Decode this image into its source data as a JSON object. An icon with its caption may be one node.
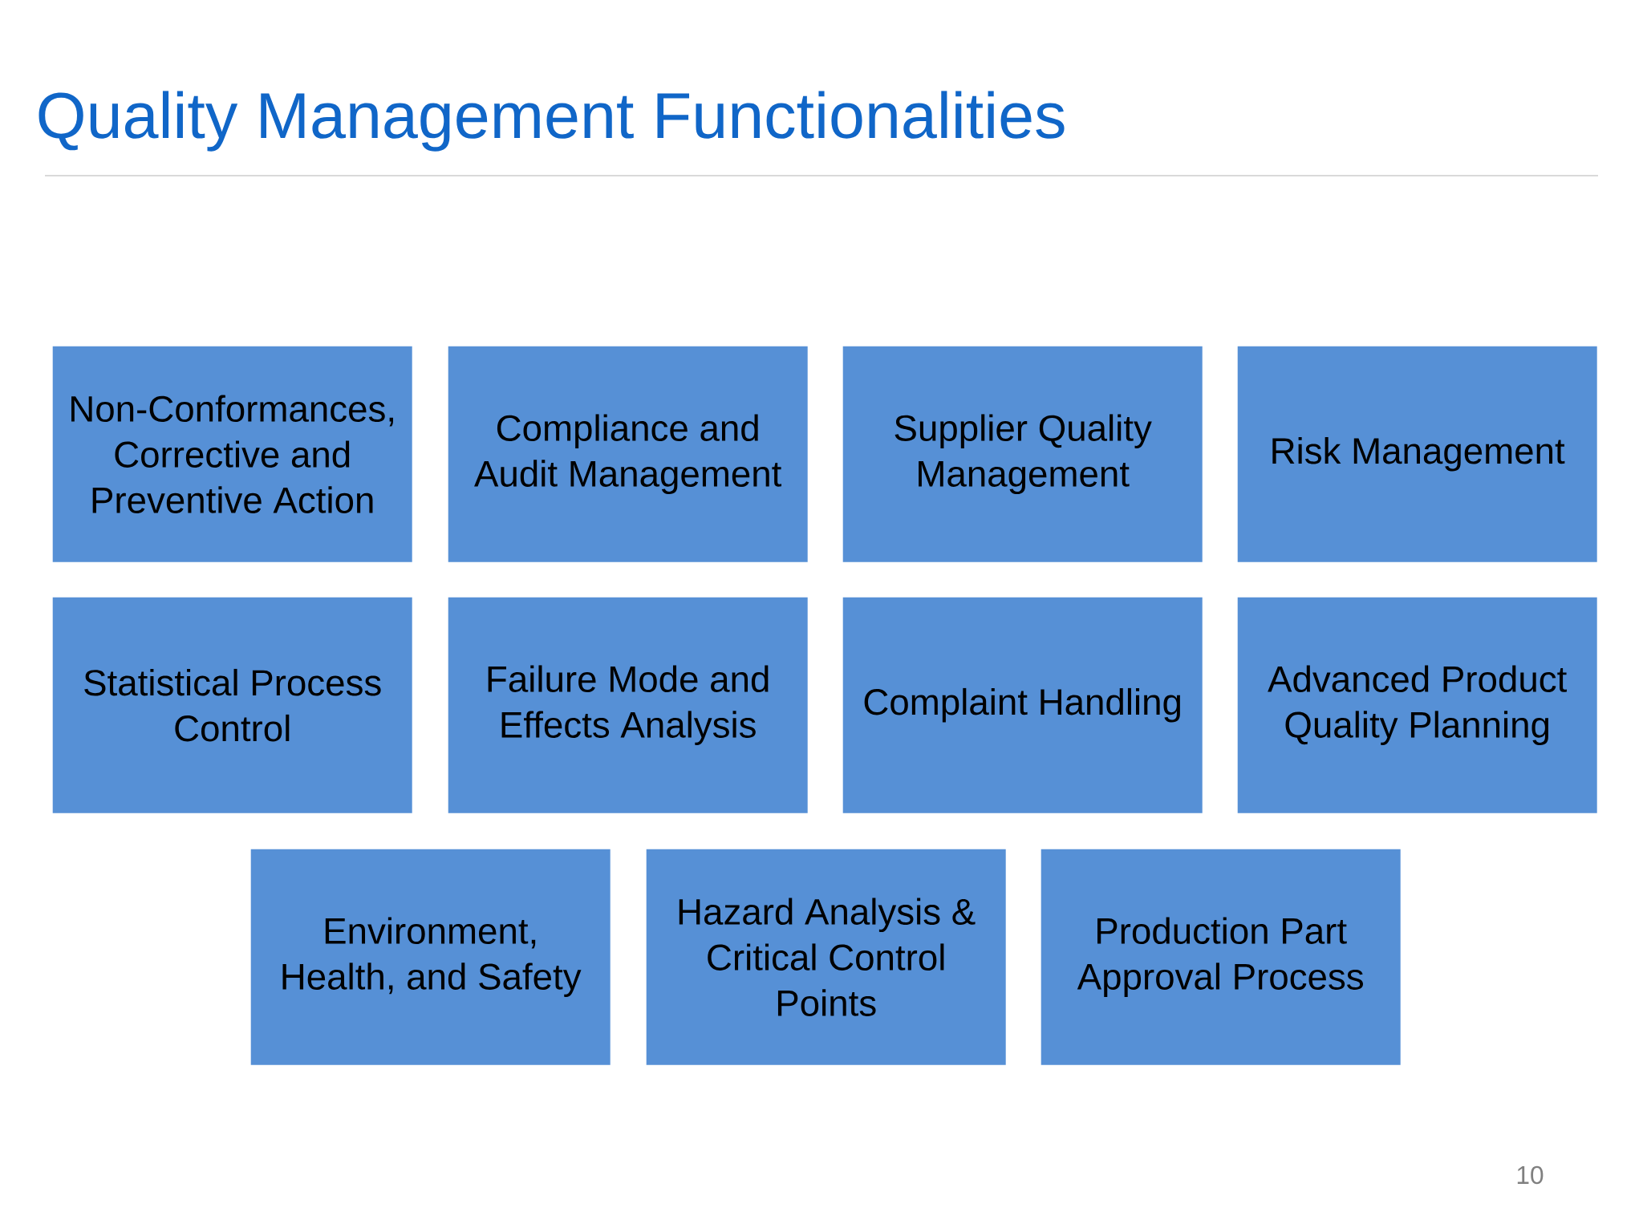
{
  "diagram": {
    "title": "Quality Management Functionalities",
    "nodes": [
      {
        "text": [
          "Non-Conformances, Corrective and Preventive Action"
        ]
      },
      {
        "text": [
          "Compliance and Audit Management"
        ]
      },
      {
        "text": [
          "Supplier Quality Management"
        ]
      },
      {
        "text": [
          "Risk Management"
        ]
      },
      {
        "text": [
          "Statistical Process Control"
        ]
      },
      {
        "text": [
          "Failure Mode and Effects Analysis"
        ]
      },
      {
        "text": [
          "Complaint Handling"
        ]
      },
      {
        "text": [
          "Advanced Product Quality Planning"
        ]
      },
      {
        "text": [
          "Environment, Health, and Safety"
        ]
      },
      {
        "text": [
          "Hazard Analysis & Critical Control Points"
        ]
      },
      {
        "text": [
          "Production Part Approval Process"
        ]
      }
    ],
    "labels": [
      "10"
    ]
  }
}
